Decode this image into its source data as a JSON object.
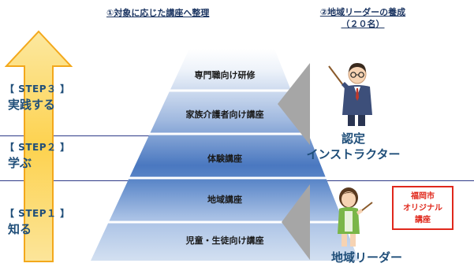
{
  "headers": {
    "left": "①対象に応じた講座へ整理",
    "right_line1": "②地域リーダーの養成",
    "right_line2": "（２０名）"
  },
  "steps": [
    {
      "tag": "【 STEP３ 】",
      "label": "実践する"
    },
    {
      "tag": "【 STEP２ 】",
      "label": "学ぶ"
    },
    {
      "tag": "【 STEP１ 】",
      "label": "知る"
    }
  ],
  "pyramid_tiers": [
    "専門職向け研修",
    "家族介護者向け講座",
    "体験講座",
    "地域講座",
    "児童・生徒向け講座"
  ],
  "roles": {
    "instructor_line1": "認定",
    "instructor_line2": "インストラクター",
    "leader": "地域リーダー"
  },
  "badge": {
    "line1": "福岡市",
    "line2": "オリジナル",
    "line3": "講座"
  },
  "colors": {
    "arrow_fill": "#fdd24f",
    "arrow_edge": "#f3a81c",
    "pyramid_top": "#ffffff",
    "pyramid_mid": "#4a78c0",
    "pyramid_bottom": "#bcd0ea",
    "divider": "#2e3a87",
    "heading": "#1f3864",
    "badge_red": "#e0281c",
    "pointer_gray": "#a6a6a6"
  },
  "icons": {
    "instructor": "male-instructor-with-pointer-icon",
    "leader": "female-leader-with-pointer-icon"
  }
}
